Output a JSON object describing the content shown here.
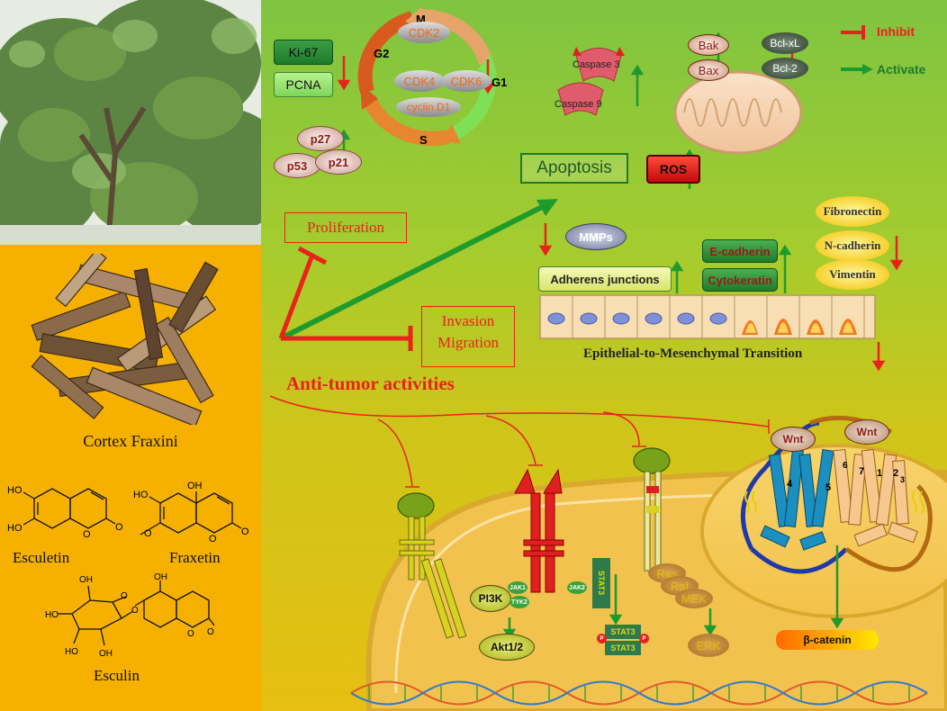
{
  "herb": {
    "name": "Cortex Fraxini",
    "compounds": [
      "Esculetin",
      "Fraxetin",
      "Esculin"
    ]
  },
  "title": "Anti-tumor activities",
  "outcomes": {
    "proliferation": "Proliferation",
    "invasion": "Invasion",
    "migration": "Migration",
    "apoptosis": "Apoptosis"
  },
  "legend": {
    "inhibit": "Inhibit",
    "activate": "Activate"
  },
  "cell_cycle": {
    "phases": [
      "M",
      "G1",
      "S",
      "G2"
    ],
    "proteins": [
      "CDK2",
      "CDK4",
      "CDK6",
      "cyclin D1"
    ]
  },
  "proliferation_markers": [
    "Ki-67",
    "PCNA"
  ],
  "cdk_inhibitors": [
    "p27",
    "p53",
    "p21"
  ],
  "caspases": [
    "Caspase 3",
    "Caspase 9"
  ],
  "mito": {
    "pro": [
      "Bak",
      "Bax"
    ],
    "anti": [
      "Bcl-xL",
      "Bcl-2"
    ]
  },
  "ros": "ROS",
  "emt": {
    "title": "Epithelial-to-Mesenchymal Transition",
    "mmps": "MMPs",
    "adherens": "Adherens junctions",
    "epithelial": [
      "E-cadherin",
      "Cytokeratin"
    ],
    "mesenchymal": [
      "Fibronectin",
      "N-cadherin",
      "Vimentin"
    ]
  },
  "pathways": {
    "pi3k": [
      "PI3K",
      "Akt1/2"
    ],
    "jak": [
      "JAK1",
      "TYK2",
      "JAK2",
      "STAT3",
      "STAT3",
      "STAT3"
    ],
    "mapk": [
      "Ras",
      "Raf",
      "MEK",
      "ERK"
    ],
    "wnt": [
      "Wnt",
      "Wnt",
      "β-catenin"
    ],
    "helix_numbers": [
      "4",
      "5",
      "6",
      "7",
      "1",
      "2",
      "3"
    ],
    "phospho": "P"
  },
  "colors": {
    "inhibit": "#e8231b",
    "activate": "#1f9a2c",
    "herb_bg": "#f6b100",
    "box_green": "#2e8b3a"
  }
}
